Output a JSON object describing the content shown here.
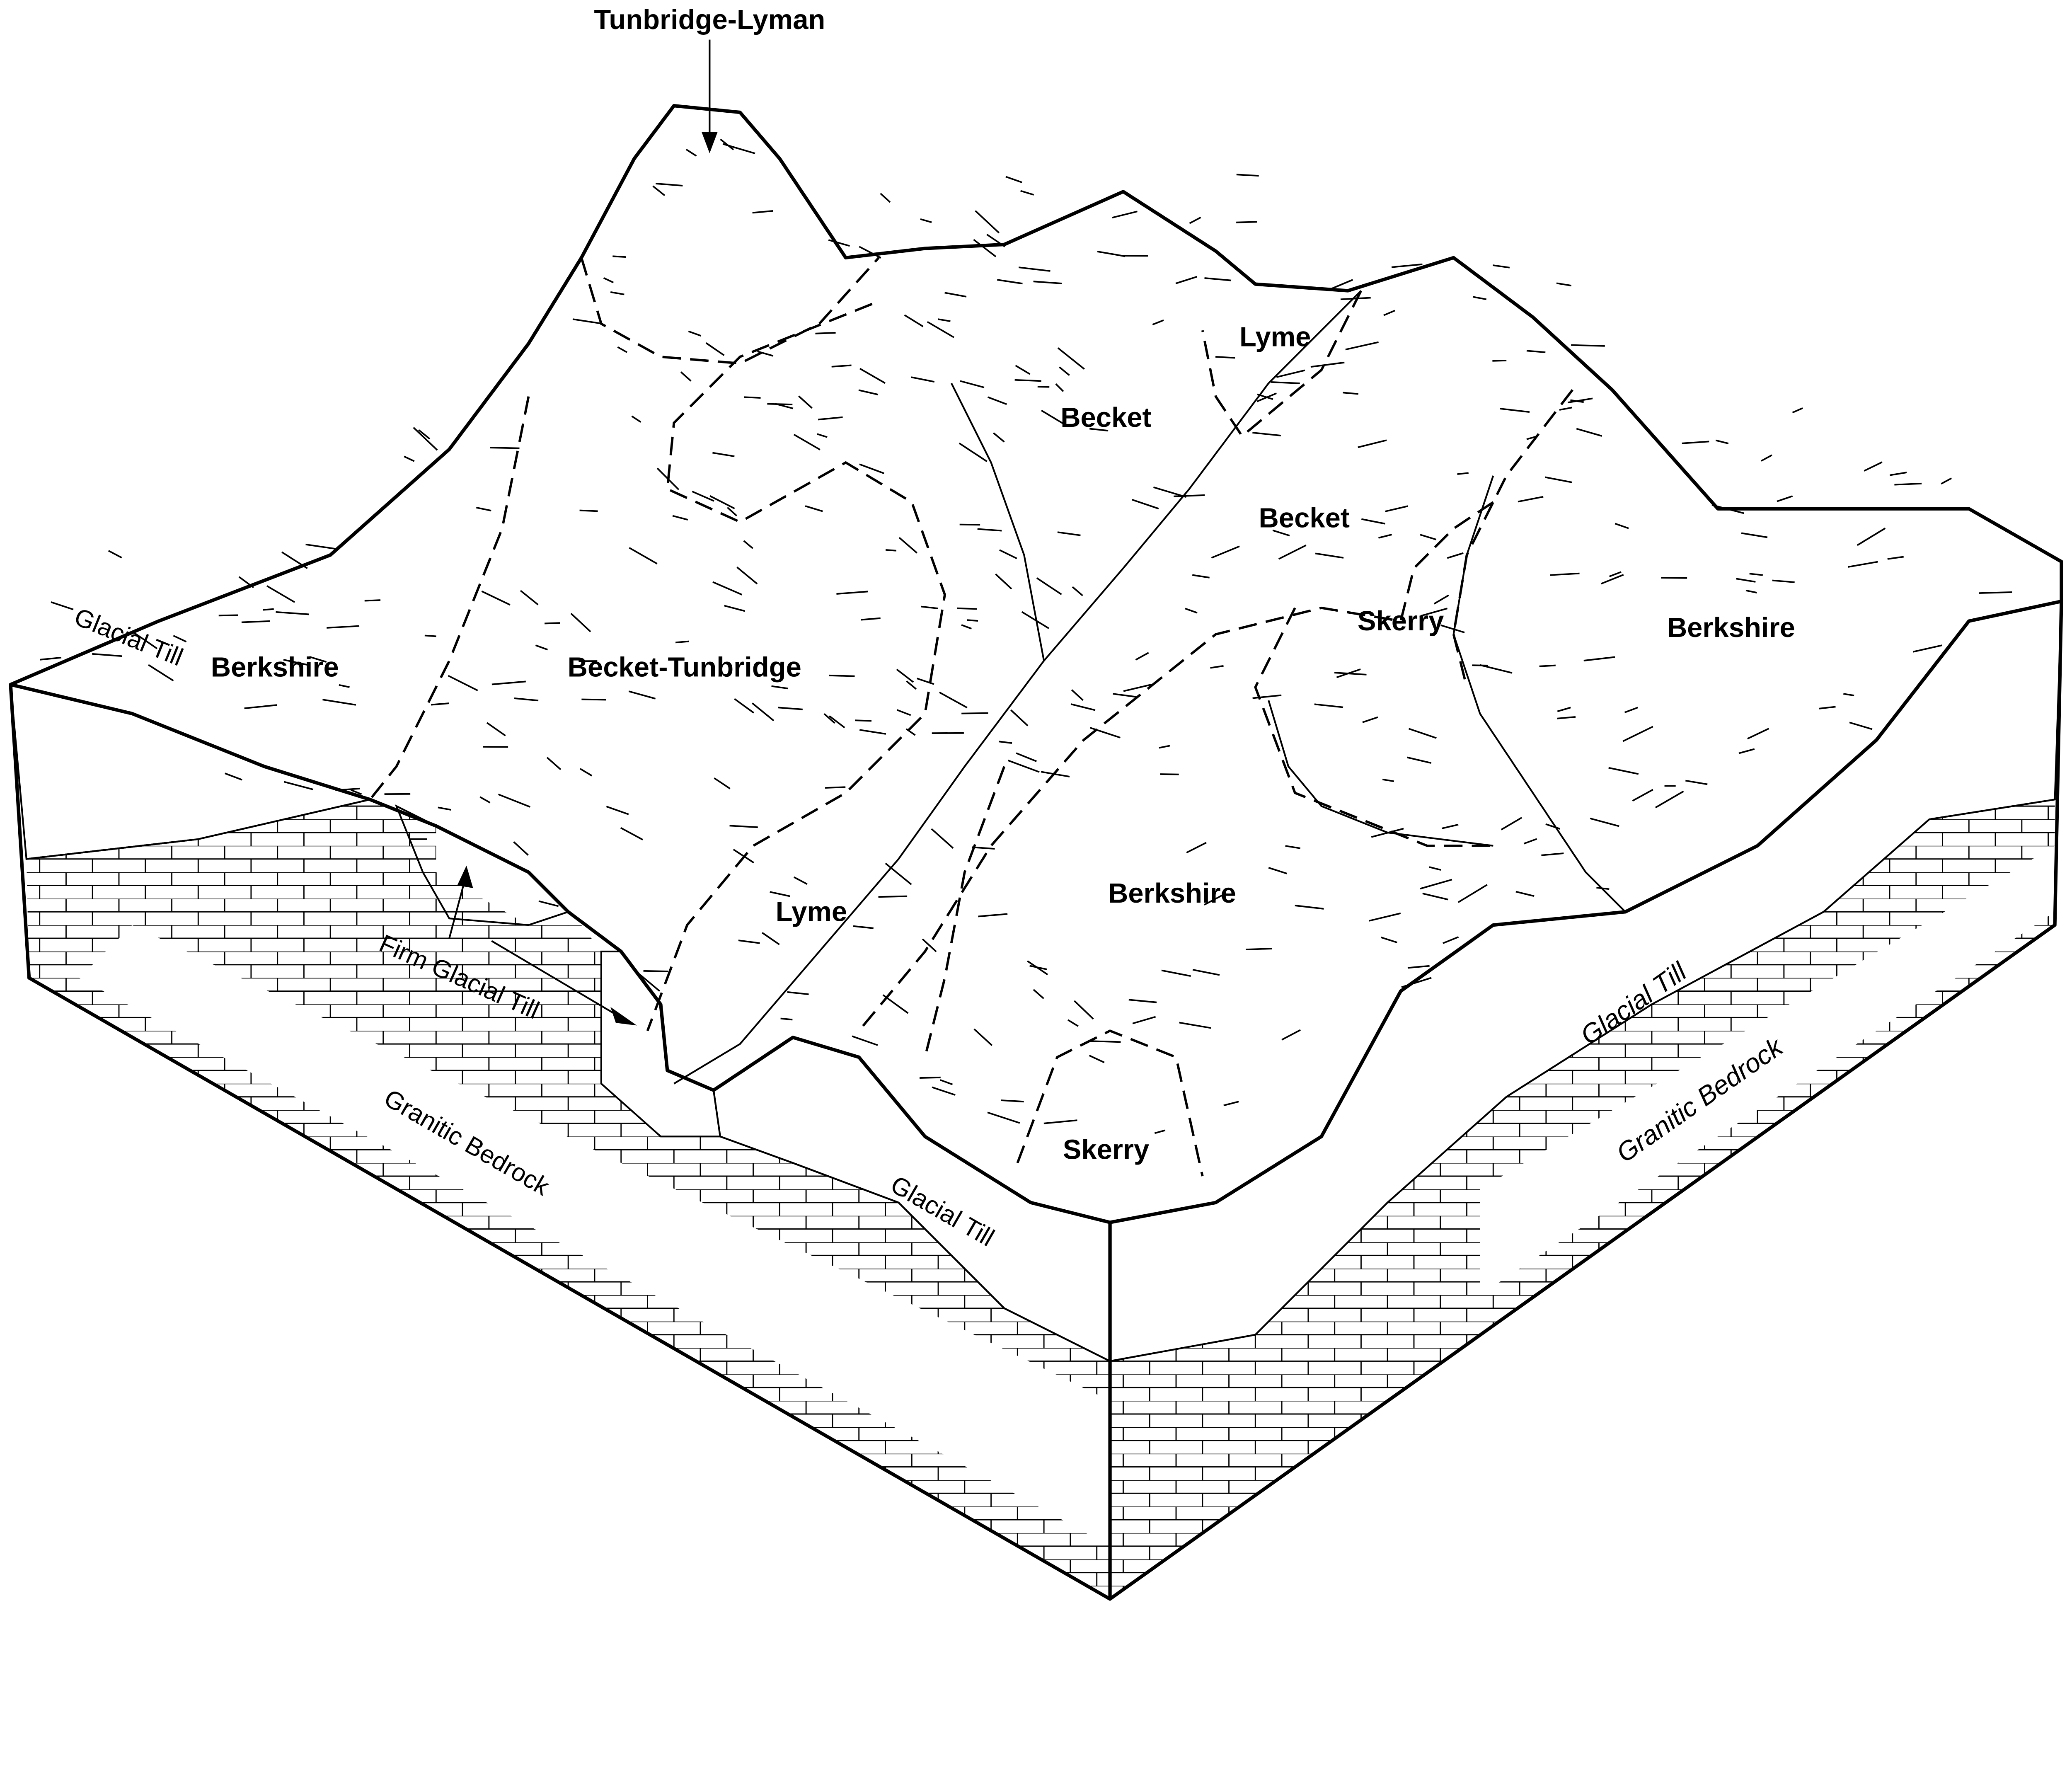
{
  "title_label": "Tunbridge-Lyman",
  "soil_labels": {
    "lyme_upper": "Lyme",
    "becket_upper": "Becket",
    "becket_mid": "Becket",
    "skerry_mid": "Skerry",
    "berkshire_right": "Berkshire",
    "berkshire_left": "Berkshire",
    "becket_tunbridge": "Becket-Tunbridge",
    "lyme_lower": "Lyme",
    "berkshire_center": "Berkshire",
    "skerry_lower": "Skerry"
  },
  "layer_labels": {
    "glacial_till_left": "Glacial Till",
    "firm_glacial_till": "Firm Glacial Till",
    "granitic_bedrock_left": "Granitic Bedrock",
    "glacial_till_front": "Glacial Till",
    "glacial_till_right": "Glacial Till",
    "granitic_bedrock_right": "Granitic Bedrock"
  }
}
